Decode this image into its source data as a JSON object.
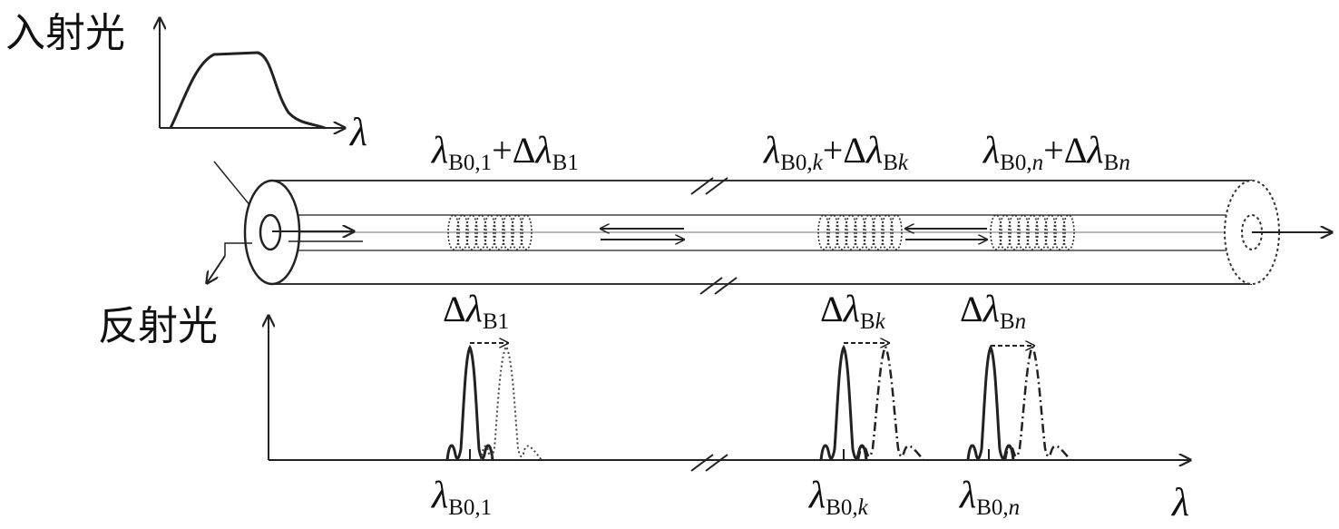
{
  "labels": {
    "incident_light": "入射光",
    "reflected_light": "反射光",
    "lambda_symbol": "λ"
  },
  "gratings": [
    {
      "top_lambda": "λ",
      "top_sub_base": "B0,",
      "top_sub_var": "1",
      "plus_delta": "+Δ",
      "top_lambda2": "λ",
      "top_sub2_base": "B",
      "top_sub2_var": "1",
      "mid_delta": "Δ",
      "mid_lambda": "λ",
      "mid_sub_base": "B",
      "mid_sub_var": "1",
      "bot_lambda": "λ",
      "bot_sub_base": "B0,",
      "bot_sub_var": "1"
    },
    {
      "top_lambda": "λ",
      "top_sub_base": "B0,",
      "top_sub_var": "k",
      "plus_delta": "+Δ",
      "top_lambda2": "λ",
      "top_sub2_base": "B",
      "top_sub2_var": "k",
      "mid_delta": "Δ",
      "mid_lambda": "λ",
      "mid_sub_base": "B",
      "mid_sub_var": "k",
      "bot_lambda": "λ",
      "bot_sub_base": "B0,",
      "bot_sub_var": "k"
    },
    {
      "top_lambda": "λ",
      "top_sub_base": "B0,",
      "top_sub_var": "n",
      "plus_delta": "+Δ",
      "top_lambda2": "λ",
      "top_sub2_base": "B",
      "top_sub2_var": "n",
      "mid_delta": "Δ",
      "mid_lambda": "λ",
      "mid_sub_base": "B",
      "mid_sub_var": "n",
      "bot_lambda": "λ",
      "bot_sub_base": "B0,",
      "bot_sub_var": "n"
    }
  ]
}
